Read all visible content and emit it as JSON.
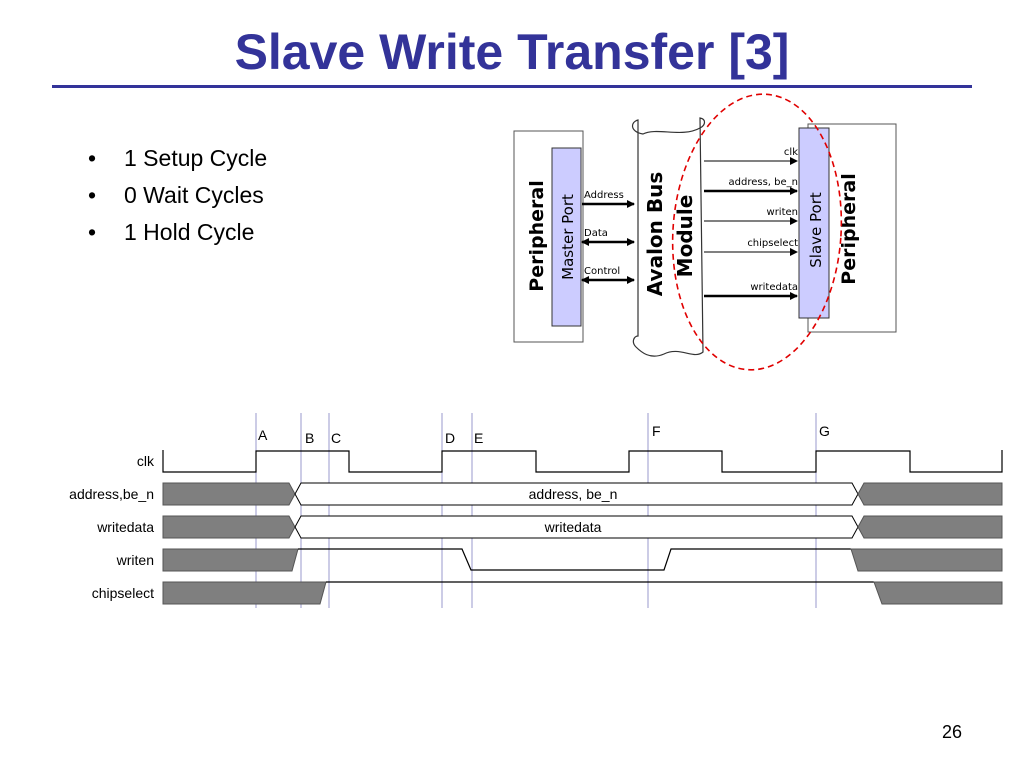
{
  "slide": {
    "title": "Slave Write Transfer [3]",
    "bullets": [
      "1 Setup Cycle",
      "0 Wait Cycles",
      "1 Hold Cycle"
    ],
    "page_number": "26"
  },
  "block_diagram": {
    "left_block": "Peripheral",
    "master_port": "Master Port",
    "master_signals": [
      "Address",
      "Data",
      "Control"
    ],
    "bus": [
      "Avalon Bus",
      "Module"
    ],
    "slave_signals": [
      "clk",
      "address, be_n",
      "writen",
      "chipselect",
      "writedata"
    ],
    "slave_port": "Slave Port",
    "right_block": "Peripheral",
    "port_fill": "#ccccff",
    "highlight_color": "#e00000"
  },
  "timing": {
    "markers": [
      "A",
      "B",
      "C",
      "D",
      "E",
      "F",
      "G"
    ],
    "signals": [
      "clk",
      "address,be_n",
      "writedata",
      "writen",
      "chipselect"
    ],
    "bus_labels": [
      "address, be_n",
      "writedata"
    ],
    "invalid_fill": "#7f7f7f",
    "marker_line_color": "#9999cc"
  }
}
